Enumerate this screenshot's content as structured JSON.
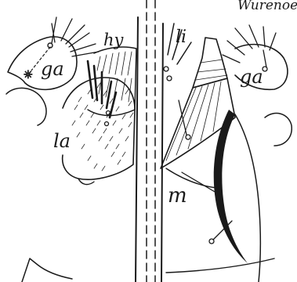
{
  "figure": {
    "corner_text": "Wurenoe",
    "labels": {
      "ga_left": "ga",
      "hy": "hy",
      "la": "la",
      "li": "li",
      "ga_right": "ga",
      "m": "m"
    }
  },
  "colors": {
    "ink": "#1a1a1a",
    "paper": "#ffffff"
  }
}
